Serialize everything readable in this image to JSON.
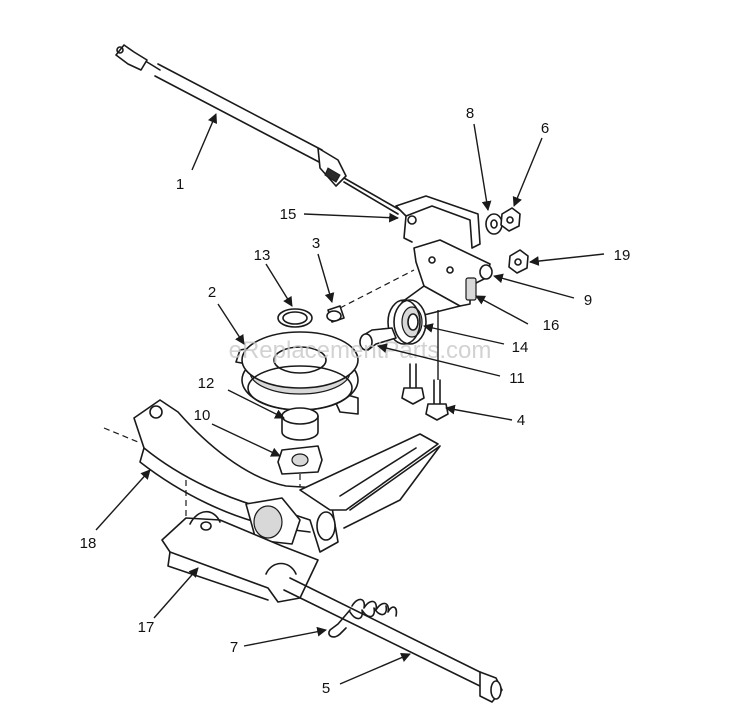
{
  "callouts": {
    "c1": "1",
    "c2": "2",
    "c3": "3",
    "c4": "4",
    "c5": "5",
    "c6": "6",
    "c7": "7",
    "c8": "8",
    "c9": "9",
    "c10": "10",
    "c11": "11",
    "c12": "12",
    "c13": "13",
    "c14": "14",
    "c15": "15",
    "c16": "16",
    "c17": "17",
    "c18": "18",
    "c19": "19"
  },
  "watermark": "eReplacementParts.com"
}
